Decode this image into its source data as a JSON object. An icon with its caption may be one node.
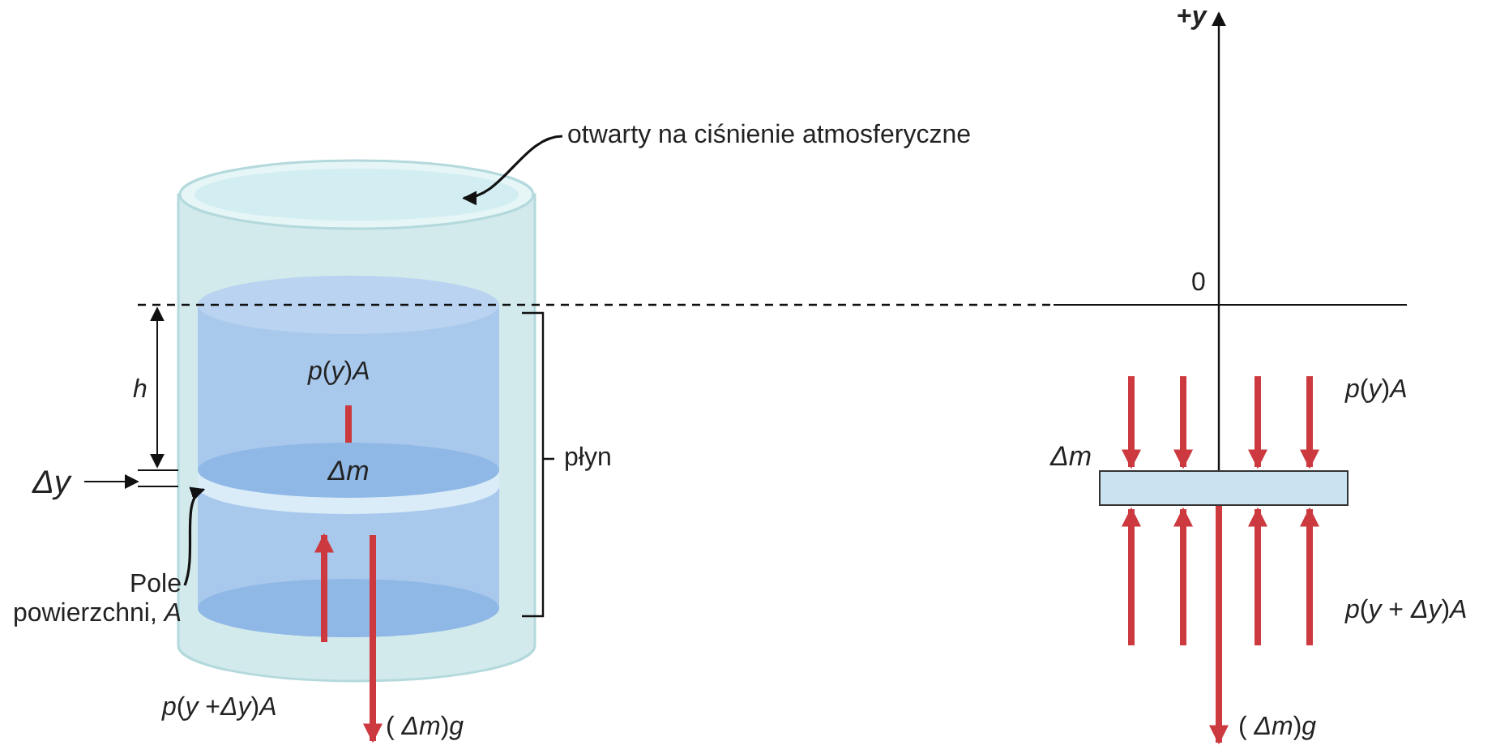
{
  "diagram": {
    "nodes": [
      {
        "text": [
          "otwarty na ciśnienie atmosferyczne"
        ]
      },
      {
        "text": [],
        "shape": "ellipse"
      },
      {
        "text": [
          "Pole powierzchni, *A*"
        ]
      },
      {
        "text": [
          "*Δm*"
        ]
      },
      {
        "text": [],
        "shape": "box",
        "beside": [
          "*Δm*"
        ]
      }
    ],
    "edges": [
      {
        "from": 0,
        "to": 1,
        "arrow": "to"
      },
      {
        "from": 2,
        "to": 3,
        "arrow": "to"
      }
    ],
    "labels": [
      "+*y*",
      "0",
      "*h*",
      "*p*(*y*)*A*",
      "*p*(*y*)*A*",
      "płyn",
      "*Δy*",
      "*p*(*y* + *Δy*)*A*",
      "*p*(*y* +*Δy*)*A*",
      "( *Δm*)*g*",
      "( *Δm*)*g*"
    ]
  }
}
